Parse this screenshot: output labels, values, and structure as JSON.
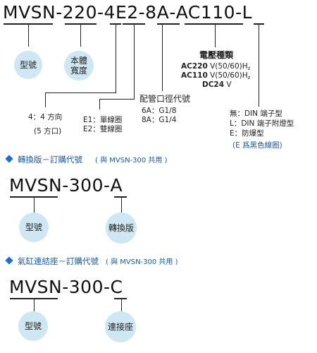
{
  "main_code": {
    "p1": "MVSN",
    "d1": "-",
    "p2": "220",
    "d2": "-",
    "p3": "4",
    "p4": "E2",
    "d3": "-",
    "p5": "8A",
    "d4": "-",
    "p6": "AC110",
    "d5": "-",
    "p7": "L"
  },
  "bubbles_top": {
    "model": "型號",
    "body_width": "本體寬度"
  },
  "voltage": {
    "title": "電壓種類",
    "line1_bold": "AC220",
    "line1_rest": " V(50/60)H",
    "line1_sub": "z",
    "line2_bold": "AC110",
    "line2_rest": " V(50/60)H",
    "line2_sub": "z",
    "line3_bold": "DC24",
    "line3_rest": " V"
  },
  "port": {
    "title": "配管口徑代號",
    "line1": "6A：G1/8",
    "line2": "8A：G1/4"
  },
  "direction": {
    "line1": "4：4 方向",
    "line2": "(5 方口)"
  },
  "coil": {
    "line1": "E1：單線圈",
    "line2": "E2：雙線圈"
  },
  "terminal": {
    "line1": "無：DIN 端子型",
    "line2": "L：DIN 端子附燈型",
    "line3": "E：防爆型",
    "line4": "(E 爲黑色線圈)"
  },
  "section1": {
    "title": "轉換版－訂購代號",
    "note": "( 與 MVSN-300 共用 )",
    "code_p1": "MVSN",
    "code_d1": "-",
    "code_p2": "300",
    "code_d2": "-",
    "code_p3": "A",
    "bubble_model": "型號",
    "bubble_adapter": "轉換版"
  },
  "section2": {
    "title": "氣缸連結座－訂購代號",
    "note": "( 與 MVSN-300 共用 )",
    "code_p1": "MVSN",
    "code_d1": "-",
    "code_p2": "300",
    "code_d2": "-",
    "code_p3": "C",
    "bubble_model": "型號",
    "bubble_connector": "連接座"
  },
  "colors": {
    "bubble": "#cfe6f3",
    "accent_blue": "#1a5aa0",
    "icon_blue": "#1f6fd0"
  }
}
